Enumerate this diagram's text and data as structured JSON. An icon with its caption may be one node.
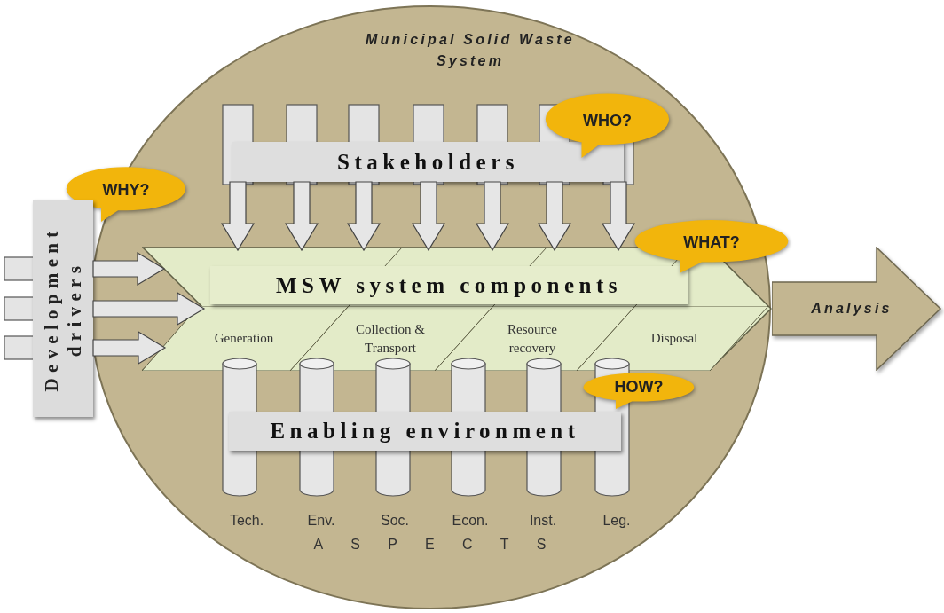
{
  "diagram": {
    "nodes": [
      {
        "text": [
          "Municipal Solid Waste System"
        ]
      },
      {
        "text": [
          "Stakeholders"
        ],
        "in": 0
      },
      {
        "text": [
          "WHO?"
        ],
        "in": 0
      },
      {
        "text": [
          "WHY?"
        ]
      },
      {
        "text": [
          "Development drivers"
        ]
      },
      {
        "text": [
          "MSW system components"
        ],
        "in": 0
      },
      {
        "text": [
          "Generation"
        ],
        "in": 5
      },
      {
        "text": [
          "Collection & Transport"
        ],
        "in": 5
      },
      {
        "text": [
          "Resource recovery"
        ],
        "in": 5
      },
      {
        "text": [
          "Disposal"
        ],
        "in": 5
      },
      {
        "text": [
          "WHAT?"
        ]
      },
      {
        "text": [
          "HOW?"
        ],
        "in": 0
      },
      {
        "text": [
          "Enabling environment"
        ],
        "in": 0
      },
      {
        "text": [
          "Analysis"
        ]
      }
    ],
    "edges": [
      {
        "from": 1,
        "to": 5,
        "arrow": "to",
        "style": "thick"
      },
      {
        "from": 1,
        "to": 5,
        "arrow": "to",
        "style": "thick"
      },
      {
        "from": 1,
        "to": 5,
        "arrow": "to",
        "style": "thick"
      },
      {
        "from": 1,
        "to": 5,
        "arrow": "to",
        "style": "thick"
      },
      {
        "from": 1,
        "to": 5,
        "arrow": "to",
        "style": "thick"
      },
      {
        "from": 1,
        "to": 5,
        "arrow": "to",
        "style": "thick"
      },
      {
        "from": 1,
        "to": 5,
        "arrow": "to",
        "style": "thick"
      },
      {
        "from": 4,
        "to": 5,
        "arrow": "to",
        "style": "thick"
      },
      {
        "from": 4,
        "to": 5,
        "arrow": "to",
        "style": "thick"
      },
      {
        "from": 4,
        "to": 5,
        "arrow": "to",
        "style": "thick"
      }
    ],
    "labels": [
      "Tech.",
      "Env.",
      "Soc.",
      "Econ.",
      "Inst.",
      "Leg.",
      "ASPECTS"
    ]
  }
}
